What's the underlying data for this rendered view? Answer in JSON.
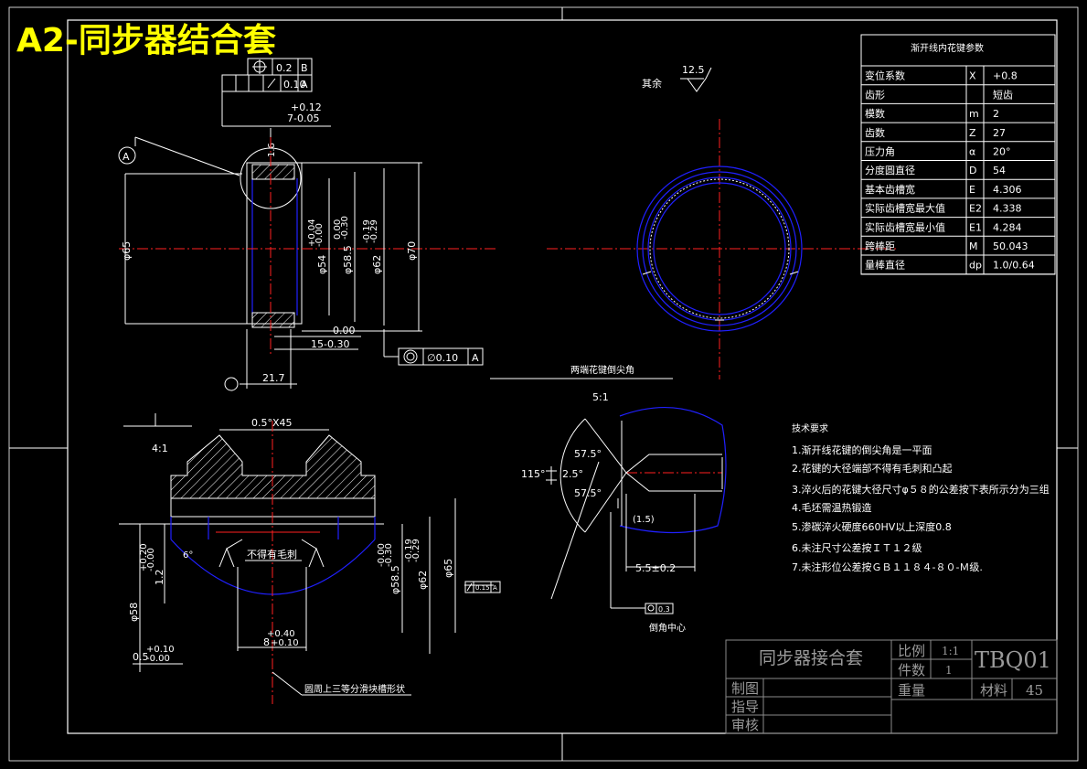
{
  "title": "A2-同步器结合套",
  "top_view": {
    "tol_frame_1": {
      "symbol": "⊕",
      "value": "0.2",
      "datum": "B"
    },
    "tol_frame_2": {
      "value": "0.10",
      "datum": "A"
    },
    "dim_width_upper": "+0.12",
    "dim_width_main": "7-0.05",
    "datum_label": "A",
    "dia_65": "φ65",
    "dia_54": "φ54",
    "dia_54_tol_u": "+0.04",
    "dia_54_tol_l": "-0.00",
    "dia_585": "φ58.5",
    "dia_585_tol_u": "0.00",
    "dia_585_tol_l": "-0.30",
    "dia_62": "φ62",
    "dia_62_tol_u": "-0.19",
    "dia_62_tol_l": "-0.29",
    "dia_70": "φ70",
    "dim_000": "0.00",
    "dim_15": "15-0.30",
    "dim_217": "21.7",
    "concentric_frame": {
      "value": "∅0.10",
      "datum": "A"
    },
    "small_note": "1.6"
  },
  "roughness": {
    "label": "其余",
    "value": "12.5"
  },
  "params_table": {
    "heading": "渐开线内花键参数",
    "rows": [
      {
        "name": "变位系数",
        "sym": "X",
        "val": "+0.8"
      },
      {
        "name": "齿形",
        "sym": "",
        "val": "短齿"
      },
      {
        "name": "模数",
        "sym": "m",
        "val": "2"
      },
      {
        "name": "齿数",
        "sym": "Z",
        "val": "27"
      },
      {
        "name": "压力角",
        "sym": "α",
        "val": "20°"
      },
      {
        "name": "分度圆直径",
        "sym": "D",
        "val": "54"
      },
      {
        "name": "基本齿槽宽",
        "sym": "E",
        "val": "4.306"
      },
      {
        "name": "实际齿槽宽最大值",
        "sym": "E2",
        "val": "4.338"
      },
      {
        "name": "实际齿槽宽最小值",
        "sym": "E1",
        "val": "4.284"
      },
      {
        "name": "跨棒距",
        "sym": "M",
        "val": "50.043"
      },
      {
        "name": "量棒直径",
        "sym": "dp",
        "val": "1.0/0.64"
      }
    ]
  },
  "section_view": {
    "scale": "4:1",
    "chamfer": "0.5°X45",
    "note_burr": "不得有毛刺",
    "dim_12": "1.2",
    "dim_12_tol_u": "+0.20",
    "dim_12_tol_l": "-0.00",
    "dim_58": "φ58",
    "dim_05": "0.5",
    "dim_05_tol_u": "+0.10",
    "dim_05_tol_l": "-0.00",
    "dim_8": "8",
    "dim_8_tol_u": "+0.40",
    "dim_8_tol_l": "+0.10",
    "dim_585": "φ58.5",
    "dim_585_tol_u": "-0.00",
    "dim_585_tol_l": "-0.30",
    "dim_62": "φ62",
    "dim_62_tol_u": "-0.19",
    "dim_62_tol_l": "-0.29",
    "dim_65": "φ65",
    "runout_frame": {
      "value": "0.15",
      "datum": "A"
    },
    "note_grooves": "圆周上三等分滑块槽形状",
    "angle_small": "6°"
  },
  "detail_view": {
    "title": "两端花键倒尖角",
    "scale": "5:1",
    "angle_115": "115°",
    "angle_575_top": "57.5°",
    "angle_25": "2.5°",
    "angle_575_bot": "57.5°",
    "dim_15": "(1.5)",
    "dim_55": "5.5±0.2",
    "pos_frame": "0.3",
    "center_label": "倒角中心"
  },
  "tech_requirements": {
    "heading": "技术要求",
    "items": [
      "1.渐开线花键的倒尖角是一平面",
      "2.花键的大径端部不得有毛刺和凸起",
      "3.淬火后的花键大径尺寸φ５８的公差按下表所示分为三组",
      "4.毛坯需温热锻造",
      "5.渗碳淬火硬度660HV以上深度0.8",
      "6.未注尺寸公差按ＩＴ１２级",
      "7.未注形位公差按ＧＢ１１８４-８０-Ｍ级."
    ]
  },
  "title_block": {
    "name": "同步器接合套",
    "scale_label": "比例",
    "scale_value": "1:1",
    "count_label": "件数",
    "count_value": "1",
    "drawing_no": "TBQ01",
    "weight_label": "重量",
    "material_label": "材料",
    "material_value": "45",
    "drawn_label": "制图",
    "guide_label": "指导",
    "review_label": "审核"
  },
  "colors": {
    "outline": "#ffffff",
    "spline": "#2020ff",
    "centerline": "#ff2020",
    "title": "#ffff00"
  }
}
